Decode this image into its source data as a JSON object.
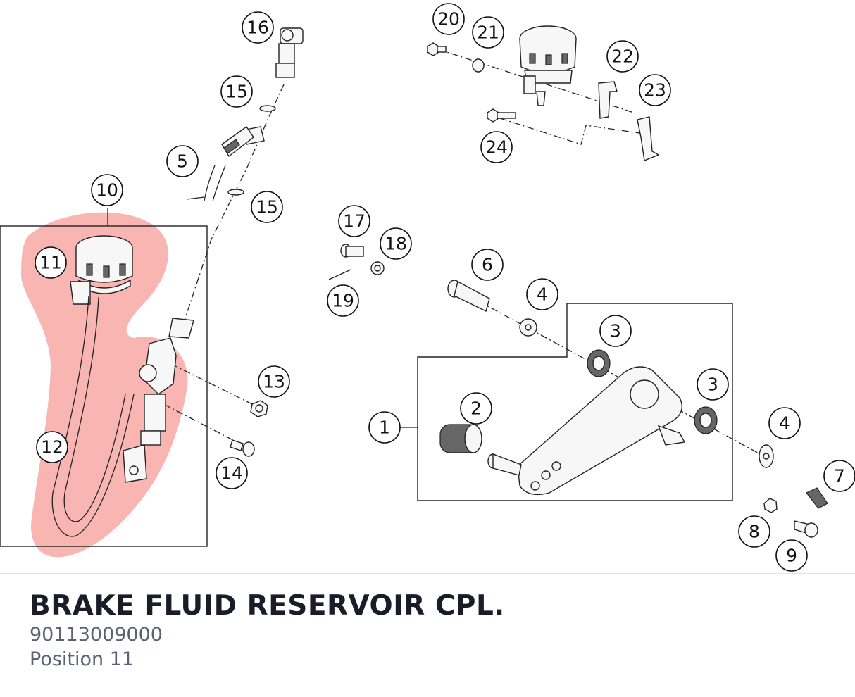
{
  "diagram": {
    "highlight_color": "#f0645f",
    "highlighted_position": "11",
    "callouts": {
      "c1": "1",
      "c2": "2",
      "c3a": "3",
      "c3b": "3",
      "c4a": "4",
      "c4b": "4",
      "c5": "5",
      "c6": "6",
      "c7": "7",
      "c8": "8",
      "c9": "9",
      "c10": "10",
      "c11": "11",
      "c12": "12",
      "c13": "13",
      "c14": "14",
      "c15a": "15",
      "c15b": "15",
      "c16": "16",
      "c17": "17",
      "c18": "18",
      "c19": "19",
      "c20": "20",
      "c21": "21",
      "c22": "22",
      "c23": "23",
      "c24": "24"
    }
  },
  "part": {
    "title": "BRAKE FLUID RESERVOIR CPL.",
    "number": "90113009000",
    "position": "Position 11"
  }
}
